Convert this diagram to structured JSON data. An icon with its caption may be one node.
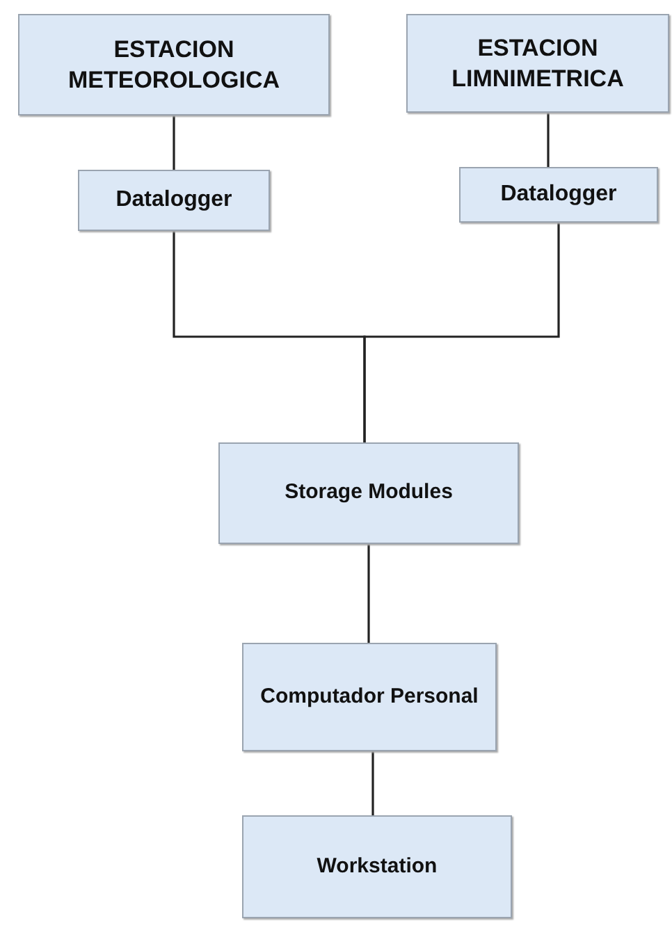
{
  "diagram": {
    "nodes": [
      {
        "text": [
          "ESTACION METEOROLOGICA"
        ]
      },
      {
        "text": [
          "ESTACION LIMNIMETRICA"
        ]
      },
      {
        "text": [
          "Datalogger"
        ]
      },
      {
        "text": [
          "Datalogger"
        ]
      },
      {
        "text": [
          "Storage Modules"
        ]
      },
      {
        "text": [
          "Computador Personal"
        ]
      },
      {
        "text": [
          "Workstation"
        ]
      }
    ],
    "edges": [
      {
        "from": 0,
        "to": 2,
        "arrow": "none"
      },
      {
        "from": 1,
        "to": 3,
        "arrow": "none"
      },
      {
        "from": 2,
        "to": 4,
        "arrow": "none"
      },
      {
        "from": 3,
        "to": 4,
        "arrow": "none"
      },
      {
        "from": 4,
        "to": 5,
        "arrow": "none"
      },
      {
        "from": 5,
        "to": 6,
        "arrow": "none"
      }
    ]
  }
}
